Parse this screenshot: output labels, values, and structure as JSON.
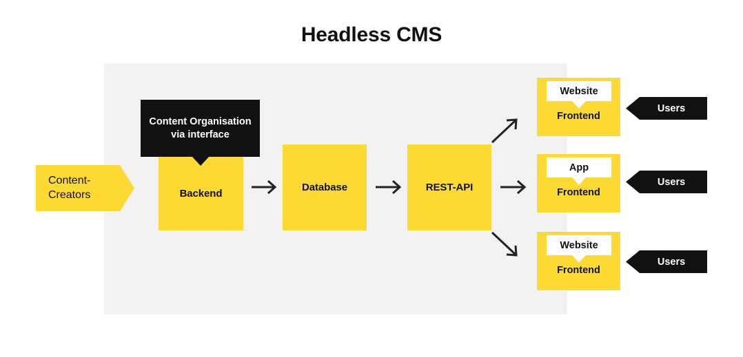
{
  "page": {
    "title": "Headless CMS",
    "background": "#ffffff",
    "accent_yellow": "#fcd933",
    "panel_gray": "#f2f2f2",
    "dark": "#111111"
  },
  "source": {
    "label": "Content-\nCreators",
    "shape": "right-pointing-banner",
    "color": "#fcd933"
  },
  "tooltip": {
    "label": "Content Organisation via interface",
    "color": "#111111",
    "text_color": "#ffffff"
  },
  "pipeline": {
    "boxes": [
      {
        "label": "Backend",
        "color": "#fcd933"
      },
      {
        "label": "Database",
        "color": "#fcd933"
      },
      {
        "label": "REST-API",
        "color": "#fcd933"
      }
    ],
    "arrow_color": "#222222"
  },
  "frontends": [
    {
      "chip": "Website",
      "label": "Frontend",
      "users": "Users"
    },
    {
      "chip": "App",
      "label": "Frontend",
      "users": "Users"
    },
    {
      "chip": "Website",
      "label": "Frontend",
      "users": "Users"
    }
  ]
}
